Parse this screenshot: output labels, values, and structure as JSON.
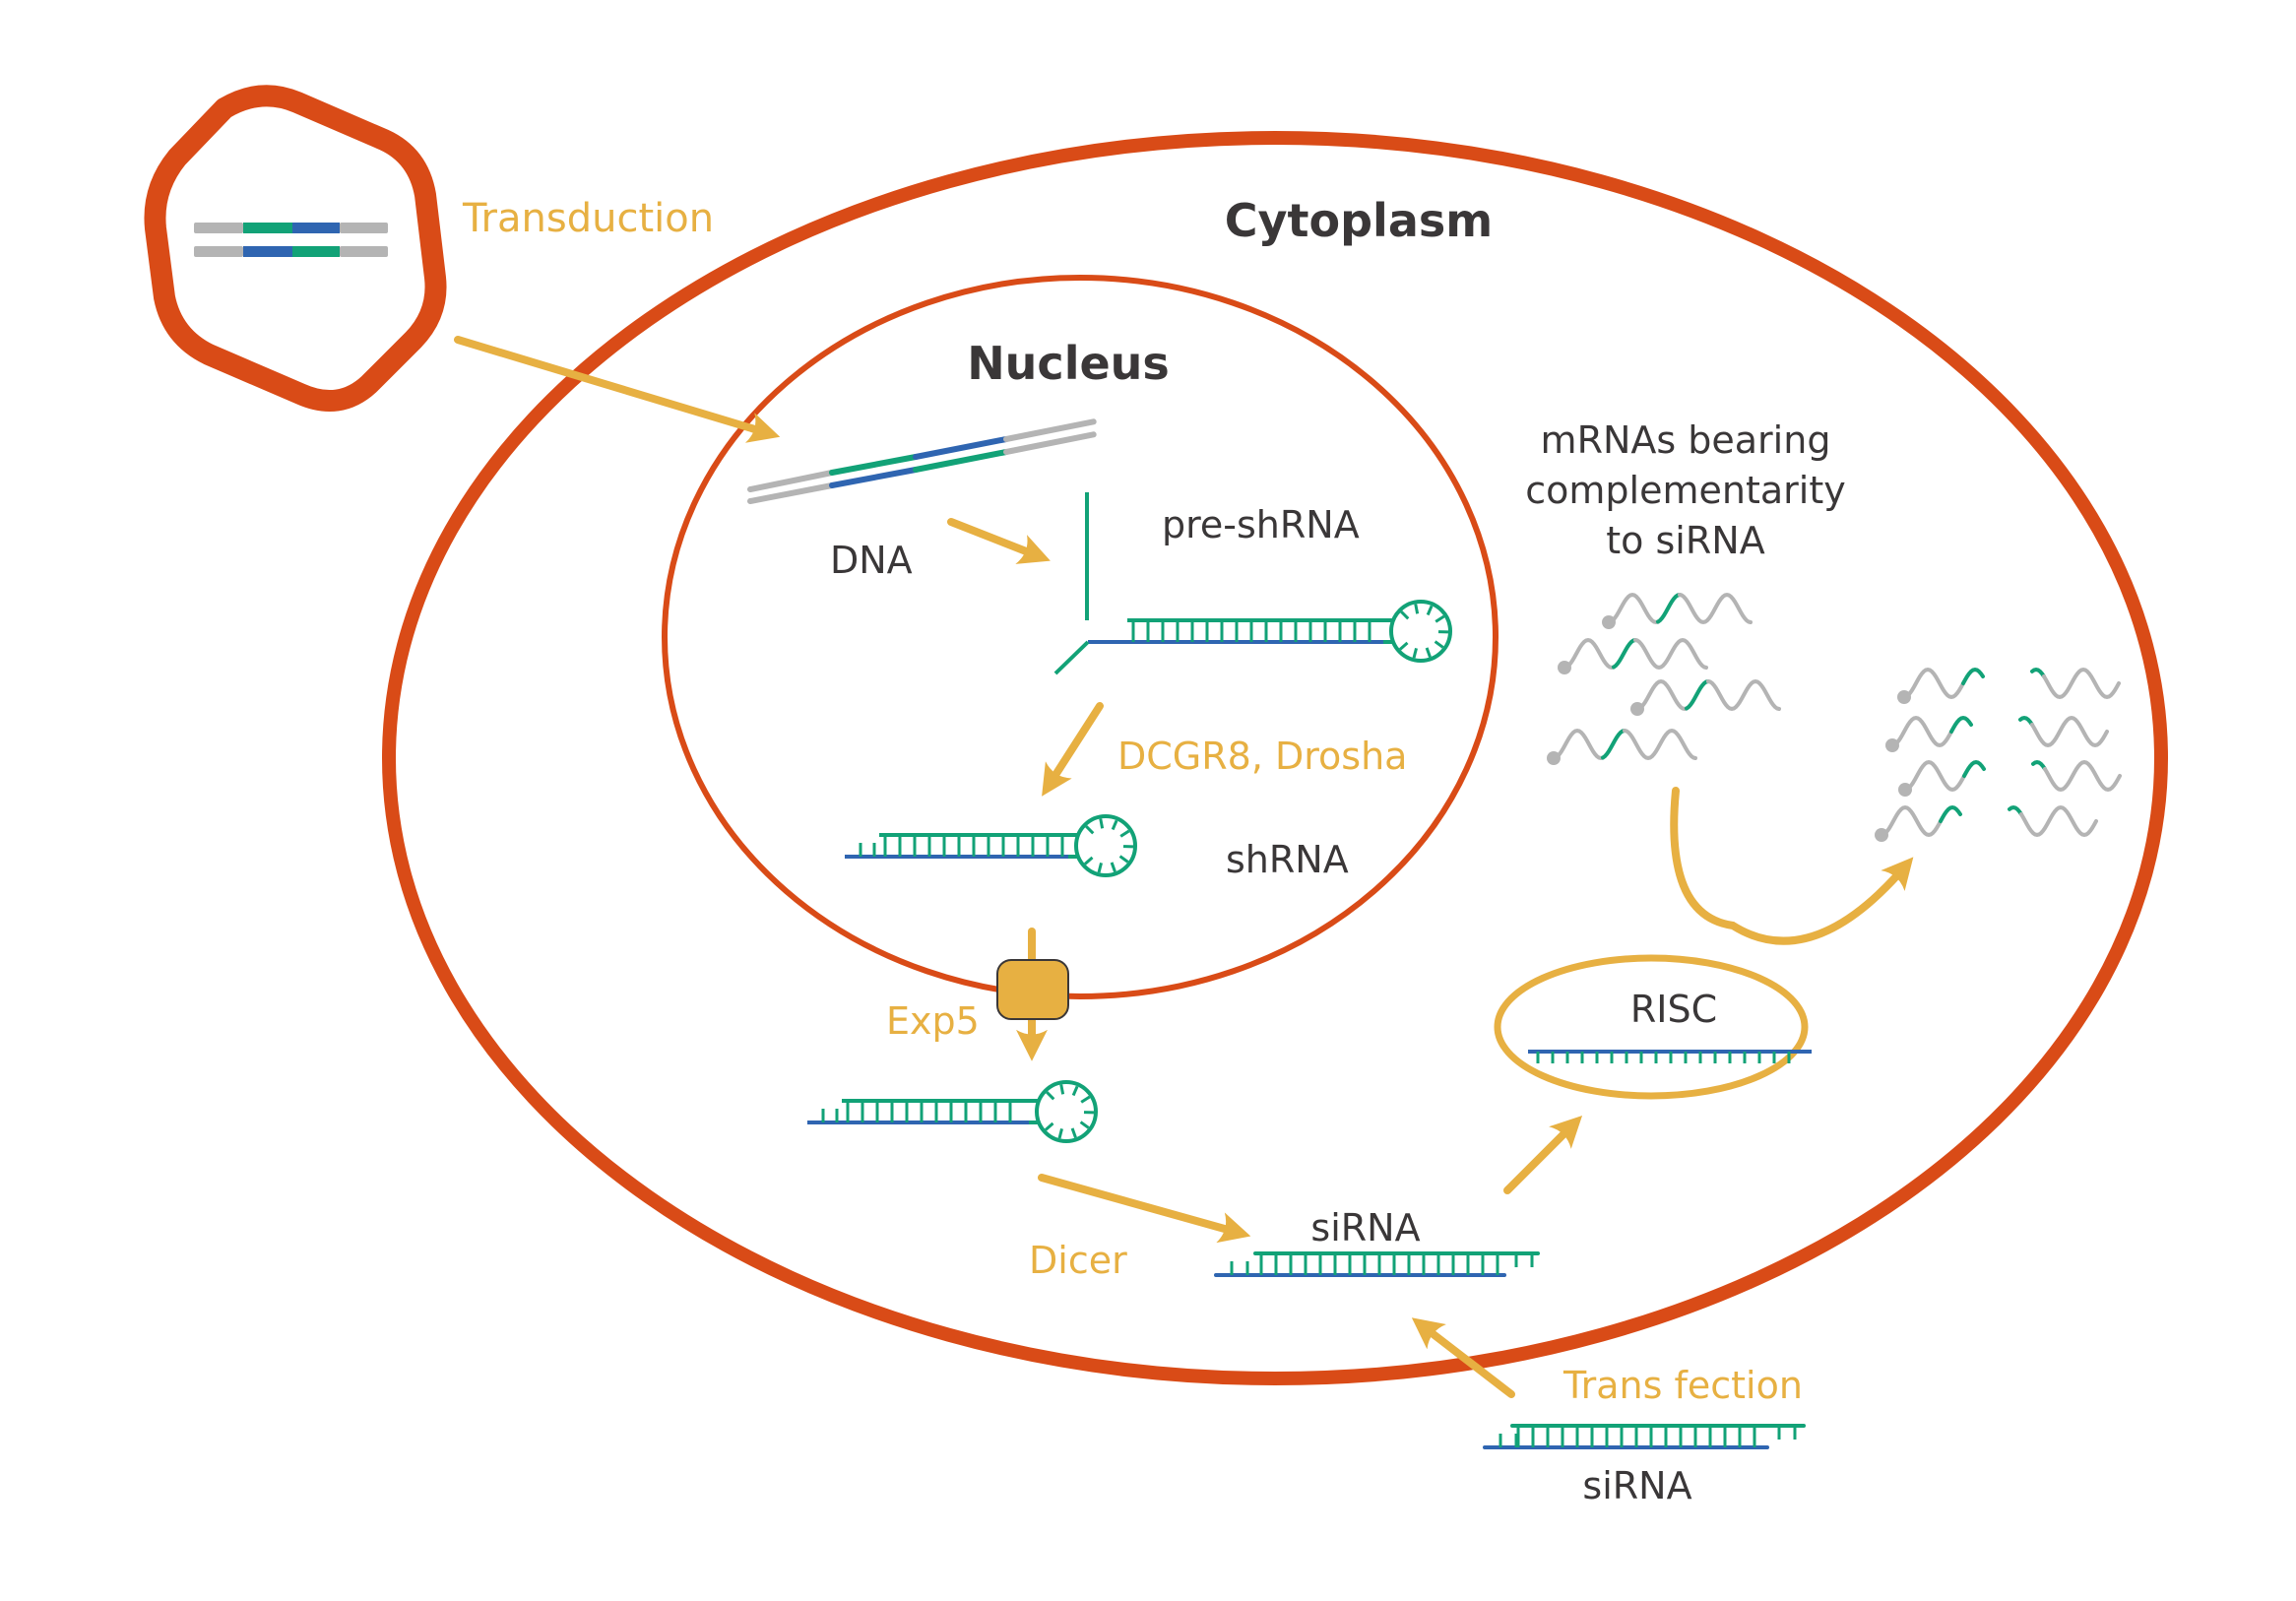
{
  "title": "shRNA / siRNA RNA interference pathway",
  "colors": {
    "membrane": "#d94b17",
    "arrow": "#e7b042",
    "label_dark": "#3a3738",
    "sense_strand": "#12a277",
    "antisense_strand": "#2f65b1",
    "dna_flank": "#b4b4b4",
    "mrna": "#b4b4b4"
  },
  "labels": {
    "cytoplasm": "Cytoplasm",
    "nucleus": "Nucleus",
    "transduction": "Transduction",
    "dna": "DNA",
    "pre_shrna": "pre-shRNA",
    "drosha": "DCGR8, Drosha",
    "shrna": "shRNA",
    "exp5": "Exp5",
    "dicer": "Dicer",
    "sirna_cytoplasm": "siRNA",
    "risc": "RISC",
    "mrna_line1": "mRNAs bearing",
    "mrna_line2": "complementarity",
    "mrna_line3": "to siRNA",
    "transfection": "Trans fection",
    "sirna_external": "siRNA"
  },
  "components": [
    {
      "name": "viral vector",
      "contains": "double-stranded DNA insert"
    },
    {
      "name": "cytoplasm",
      "type": "cell membrane"
    },
    {
      "name": "nucleus",
      "type": "nuclear envelope"
    },
    {
      "name": "Exp5",
      "type": "nuclear pore exporter"
    },
    {
      "name": "RISC",
      "type": "complex bound to guide strand"
    }
  ],
  "flow": [
    {
      "from": "Transduction",
      "to": "DNA"
    },
    {
      "from": "DNA",
      "to": "pre-shRNA"
    },
    {
      "from": "pre-shRNA",
      "to": "shRNA",
      "via": "DCGR8, Drosha"
    },
    {
      "from": "shRNA",
      "to": "cytoplasmic shRNA",
      "via": "Exp5"
    },
    {
      "from": "cytoplasmic shRNA",
      "to": "siRNA",
      "via": "Dicer"
    },
    {
      "from": "siRNA",
      "to": "RISC"
    },
    {
      "from": "Trans fection",
      "to": "siRNA"
    },
    {
      "from": "mRNAs bearing complementarity to siRNA",
      "to": "cleaved mRNAs"
    }
  ],
  "mrna_counts": {
    "intact": 4,
    "cleaved": 4
  }
}
